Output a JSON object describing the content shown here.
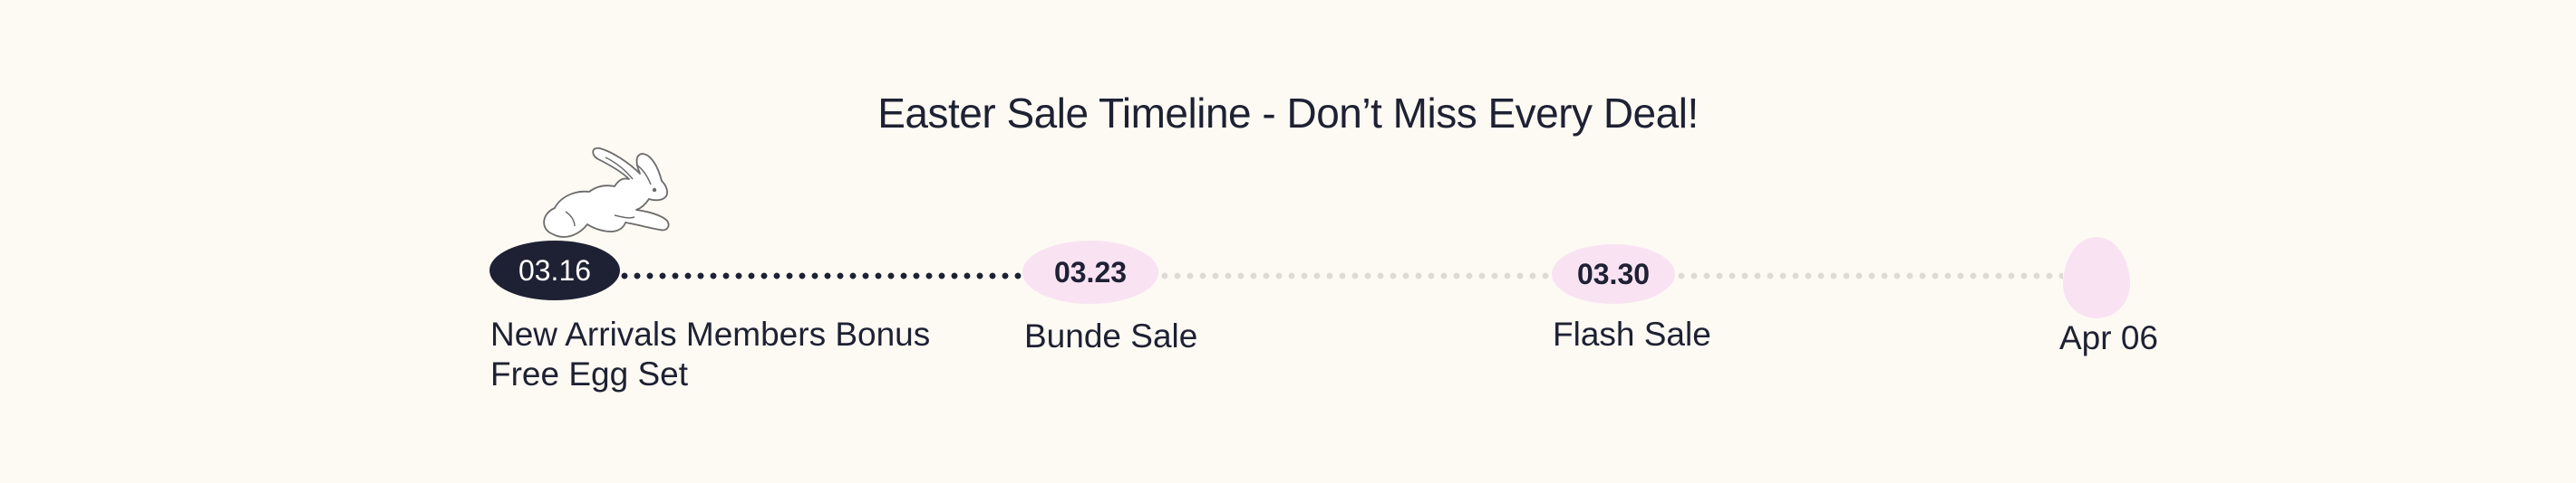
{
  "title": "Easter Sale Timeline - Don’t Miss Every Deal!",
  "milestones": [
    {
      "date": "03.16",
      "label_line1": "New Arrivals Members Bonus",
      "label_line2": "Free Egg Set",
      "state": "current"
    },
    {
      "date": "03.23",
      "label_line1": "Bunde Sale",
      "state": "upcoming"
    },
    {
      "date": "03.30",
      "label_line1": "Flash Sale",
      "state": "upcoming"
    },
    {
      "date": "",
      "label_line1": "Apr 06",
      "state": "end-egg"
    }
  ],
  "colors": {
    "background": "#fdfaf3",
    "active": "#1e2133",
    "upcoming": "#f9e3f3",
    "dots_future": "#dedad4"
  },
  "icons": {
    "bunny": "bunny-icon",
    "egg": "egg-icon"
  }
}
